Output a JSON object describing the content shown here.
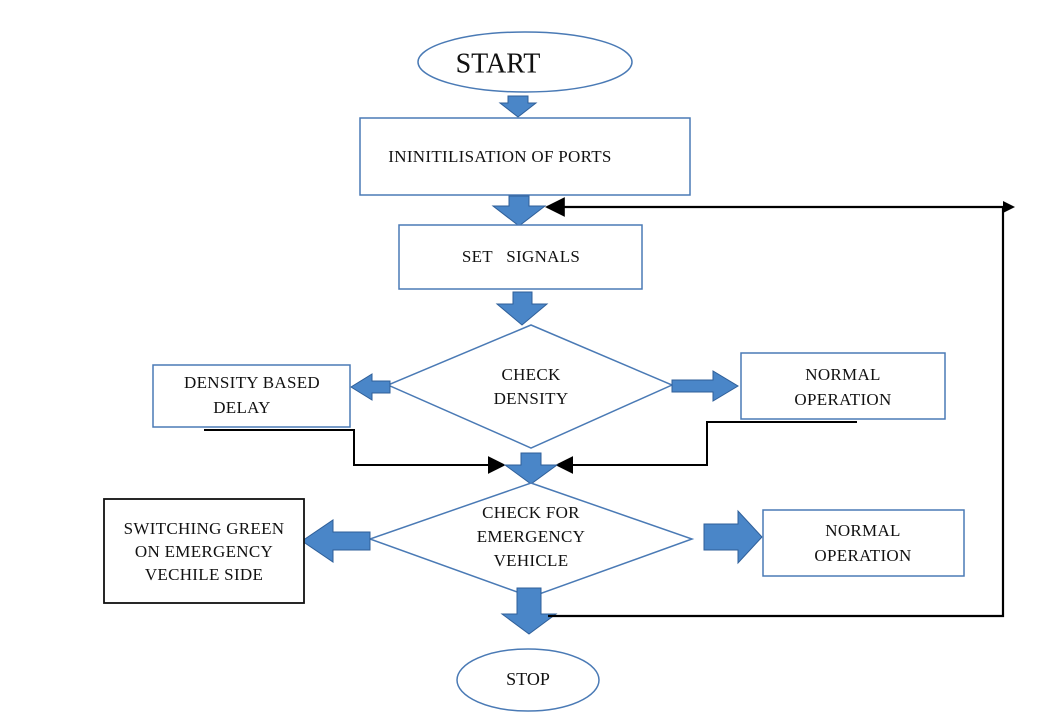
{
  "flowchart": {
    "start": "START",
    "init": "ININITILISATION OF PORTS",
    "set_signals": "SET   SIGNALS",
    "check_density": [
      "CHECK",
      "DENSITY"
    ],
    "density_delay": [
      "DENSITY BASED",
      "DELAY"
    ],
    "normal_operation_1": [
      "NORMAL",
      "OPERATION"
    ],
    "check_emergency": [
      "CHECK FOR",
      "EMERGENCY",
      "VEHICLE"
    ],
    "switching_green": [
      "SWITCHING GREEN",
      "ON EMERGENCY",
      "VECHILE SIDE"
    ],
    "normal_operation_2": [
      "NORMAL",
      "OPERATION"
    ],
    "stop": "STOP"
  },
  "colors": {
    "arrow_fill": "#4a86c8",
    "arrow_stroke": "#2f5f99",
    "shape_stroke": "#4a7ab5",
    "dark_stroke": "#111111",
    "line": "#000000"
  }
}
